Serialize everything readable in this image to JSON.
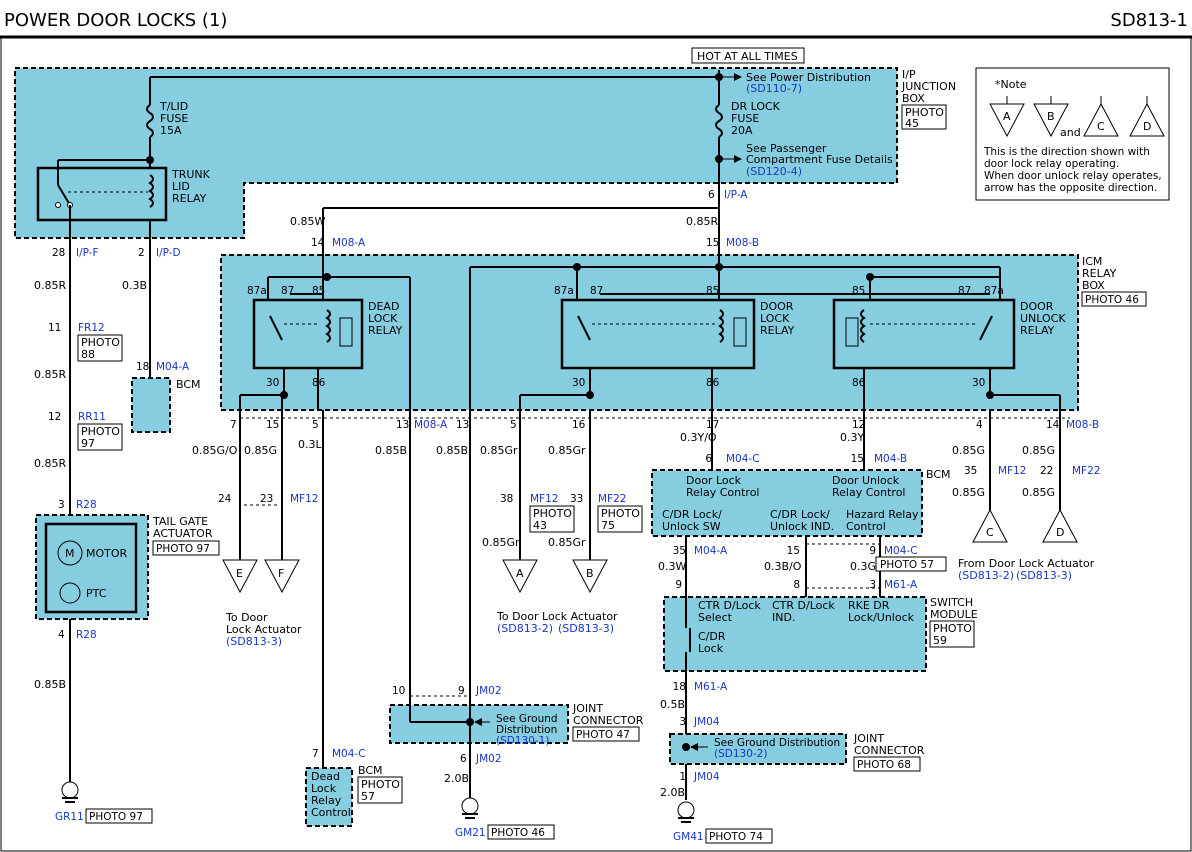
{
  "header": {
    "title": "POWER DOOR LOCKS (1)",
    "code": "SD813-1"
  },
  "top": {
    "hot": "HOT AT ALL TIMES",
    "ijb": [
      "I/P",
      "JUNCTION",
      "BOX"
    ],
    "ijb_photo": [
      "PHOTO",
      "45"
    ],
    "pd_see": "See Power Distribution",
    "pd_ref": "(SD110-7)",
    "pc_see": [
      "See Passenger",
      "Compartment Fuse Details"
    ],
    "pc_ref": "(SD120-4)",
    "tlid_fuse": [
      "T/LID",
      "FUSE",
      "15A"
    ],
    "dr_fuse": [
      "DR LOCK",
      "FUSE",
      "20A"
    ],
    "trunk_relay": [
      "TRUNK",
      "LID",
      "RELAY"
    ],
    "conn_ipa": {
      "pin": "6",
      "name": "I/P-A"
    },
    "conn_ipf": {
      "pin": "28",
      "name": "I/P-F"
    },
    "conn_ipd": {
      "pin": "2",
      "name": "I/P-D"
    }
  },
  "note": {
    "title": "*Note",
    "letters": [
      "A",
      "B",
      "C",
      "D"
    ],
    "and": "and",
    "text": [
      "This is the direction shown with",
      "door lock relay operating.",
      "When door unlock relay operates,",
      "arrow has the opposite direction."
    ]
  },
  "icm": {
    "label": [
      "ICM",
      "RELAY",
      "BOX"
    ],
    "photo": "PHOTO 46",
    "m08a": {
      "pin": "14",
      "name": "M08-A",
      "wire": "0.85W"
    },
    "m08b": {
      "pin": "15",
      "name": "M08-B",
      "wire": "0.85R"
    },
    "dead_relay": [
      "DEAD",
      "LOCK",
      "RELAY"
    ],
    "door_lock_relay": [
      "DOOR",
      "LOCK",
      "RELAY"
    ],
    "door_unlock_relay": [
      "DOOR",
      "UNLOCK",
      "RELAY"
    ],
    "terms": {
      "t87a": "87a",
      "t87": "87",
      "t85": "85",
      "t30": "30",
      "t86": "86"
    },
    "bottom_pins": [
      "7",
      "15",
      "5",
      "13",
      "13",
      "5",
      "16",
      "17",
      "12",
      "4",
      "14"
    ],
    "m08a_bot": "M08-A",
    "m08b_bot": "M08-B"
  },
  "left": {
    "w1": "0.85R",
    "w2": "0.85R",
    "w3": "0.85R",
    "w4": "0.85B",
    "w_bcm": "0.3B",
    "fr12": {
      "pin": "11",
      "name": "FR12",
      "photo": [
        "PHOTO",
        "88"
      ]
    },
    "rr11": {
      "pin": "12",
      "name": "RR11",
      "photo": [
        "PHOTO",
        "97"
      ]
    },
    "r28a": {
      "pin": "3",
      "name": "R28"
    },
    "r28b": {
      "pin": "4",
      "name": "R28"
    },
    "m04a": {
      "pin": "18",
      "name": "M04-A",
      "label": "BCM"
    },
    "tailgate": [
      "TAIL GATE",
      "ACTUATOR"
    ],
    "tailgate_photo": "PHOTO 97",
    "motor": "M",
    "motor_label": "MOTOR",
    "ptc": "PTC",
    "gr11": "GR11",
    "gr11_photo": "PHOTO 97"
  },
  "mid_left": {
    "wires": [
      "0.85G/O",
      "0.85G",
      "0.3L",
      "0.85B",
      "0.85B"
    ],
    "mf12": {
      "p1": "24",
      "p2": "23",
      "name": "MF12"
    },
    "tri": [
      "E",
      "F"
    ],
    "to_label": [
      "To Door",
      "Lock Actuator"
    ],
    "to_ref": "(SD813-3)",
    "m04c": {
      "pin": "7",
      "name": "M04-C"
    },
    "dead_ctrl": [
      "Dead",
      "Lock",
      "Relay",
      "Control"
    ],
    "bcm": "BCM",
    "bcm_photo": [
      "PHOTO",
      "57"
    ]
  },
  "jm02": {
    "p10": "10",
    "p9": "9",
    "p6": "6",
    "name": "JM02",
    "see": [
      "See Ground",
      "Distribution"
    ],
    "ref": "(SD130-1)",
    "label": [
      "JOINT",
      "CONNECTOR"
    ],
    "photo": "PHOTO 47",
    "wire": "2.0B",
    "gnd": "GM21",
    "gnd_photo": "PHOTO 46"
  },
  "mid": {
    "w1": "0.85Gr",
    "w2": "0.85Gr",
    "w3": "0.85Gr",
    "w4": "0.85Gr",
    "mf12": {
      "pin": "38",
      "name": "MF12",
      "photo": [
        "PHOTO",
        "43"
      ]
    },
    "mf22": {
      "pin": "33",
      "name": "MF22",
      "photo": [
        "PHOTO",
        "75"
      ]
    },
    "tri": [
      "A",
      "B"
    ],
    "to_label": "To Door Lock Actuator",
    "ref1": "(SD813-2)",
    "ref2": "(SD813-3)"
  },
  "bcm_right": {
    "w17": "0.3Y/O",
    "w12": "0.3Y",
    "m04c": {
      "pin": "6",
      "name": "M04-C"
    },
    "m04b": {
      "pin": "15",
      "name": "M04-B"
    },
    "label": "BCM",
    "lock_ctrl": [
      "Door Lock",
      "Relay Control"
    ],
    "unlock_ctrl": [
      "Door Unlock",
      "Relay Control"
    ],
    "ctr_sw": [
      "C/DR Lock/",
      "Unlock SW"
    ],
    "ctr_ind": [
      "C/DR Lock/",
      "Unlock IND."
    ],
    "hazard": [
      "Hazard Relay",
      "Control"
    ],
    "m04a": {
      "pin": "35",
      "name": "M04-A"
    },
    "p15": "15",
    "m04c2": {
      "pin": "9",
      "name": "M04-C"
    },
    "photo": "PHOTO 57",
    "wa": "0.3W",
    "wb": "0.3B/O",
    "wc": "0.3G",
    "p9": "9",
    "p8": "8",
    "p3": "3",
    "m61a": "M61-A"
  },
  "switch": {
    "ctr_sel": [
      "CTR D/Lock",
      "Select"
    ],
    "ctr_ind": [
      "CTR D/Lock",
      "IND."
    ],
    "rke": [
      "RKE DR",
      "Lock/Unlock"
    ],
    "cdr": [
      "C/DR",
      "Lock"
    ],
    "label": [
      "SWITCH",
      "MODULE"
    ],
    "photo": [
      "PHOTO",
      "59"
    ],
    "m61a": {
      "pin": "18",
      "name": "M61-A"
    },
    "wire": "0.5B"
  },
  "jm04": {
    "p3": "3",
    "p1": "1",
    "name": "JM04",
    "see": "See Ground Distribution",
    "ref": "(SD130-2)",
    "label": [
      "JOINT",
      "CONNECTOR"
    ],
    "photo": "PHOTO 68",
    "wire": "2.0B",
    "gnd": "GM41",
    "gnd_photo": "PHOTO 74"
  },
  "right": {
    "w1": "0.85G",
    "w2": "0.85G",
    "w3": "0.85G",
    "w4": "0.85G",
    "mf12": {
      "pin": "35",
      "name": "MF12"
    },
    "mf22": {
      "pin": "22",
      "name": "MF22"
    },
    "tri": [
      "C",
      "D"
    ],
    "from_label": "From Door Lock Actuator",
    "ref1": "(SD813-2)",
    "ref2": "(SD813-3)"
  }
}
